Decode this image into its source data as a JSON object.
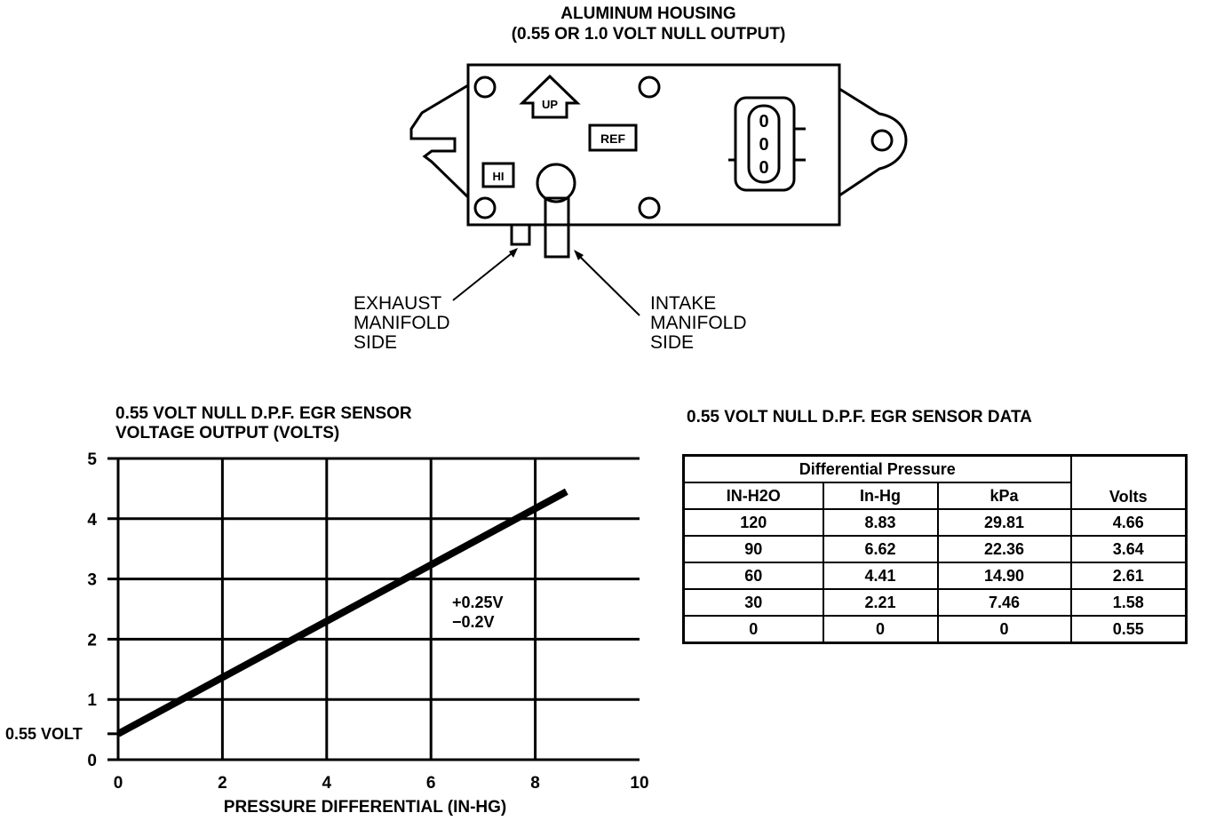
{
  "header": {
    "title": "ALUMINUM HOUSING",
    "subtitle": "(0.55 OR 1.0 VOLT NULL OUTPUT)"
  },
  "sensor": {
    "up_label": "UP",
    "ref_label": "REF",
    "hi_label": "HI",
    "connector_pins": [
      "0",
      "0",
      "0"
    ]
  },
  "callouts": {
    "exhaust": [
      "EXHAUST",
      "MANIFOLD",
      "SIDE"
    ],
    "intake": [
      "INTAKE",
      "MANIFOLD",
      "SIDE"
    ]
  },
  "chart_data": {
    "type": "line",
    "title": [
      "0.55 VOLT NULL D.P.F. EGR SENSOR",
      "VOLTAGE OUTPUT (VOLTS)"
    ],
    "xlabel": "PRESSURE DIFFERENTIAL (IN-HG)",
    "ylabel": "",
    "xlim": [
      0,
      10
    ],
    "ylim": [
      0,
      5
    ],
    "x_ticks": [
      "0",
      "2",
      "4",
      "6",
      "8",
      "10"
    ],
    "y_ticks": [
      "0",
      "1",
      "2",
      "3",
      "4",
      "5"
    ],
    "grid": true,
    "series": [
      {
        "x": [
          0,
          8.6
        ],
        "y": [
          0.43,
          4.45
        ]
      }
    ],
    "annotations": {
      "null_label": "0.55 VOLT",
      "tolerance": [
        "+0.25V",
        "−0.2V"
      ]
    }
  },
  "table": {
    "title": "0.55 VOLT NULL D.P.F. EGR SENSOR DATA",
    "group_header": "Differential Pressure",
    "columns": [
      "IN-H2O",
      "In-Hg",
      "kPa"
    ],
    "volts_header": "Volts",
    "rows": [
      [
        "120",
        "8.83",
        "29.81",
        "4.66"
      ],
      [
        "90",
        "6.62",
        "22.36",
        "3.64"
      ],
      [
        "60",
        "4.41",
        "14.90",
        "2.61"
      ],
      [
        "30",
        "2.21",
        "7.46",
        "1.58"
      ],
      [
        "0",
        "0",
        "0",
        "0.55"
      ]
    ]
  }
}
